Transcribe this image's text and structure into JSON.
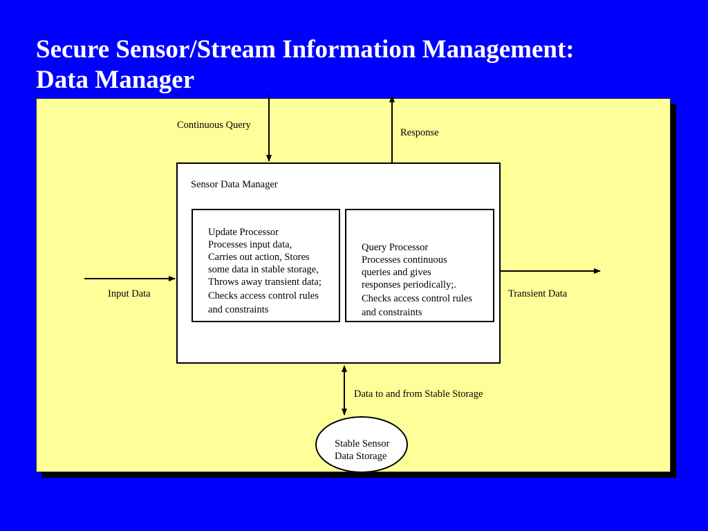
{
  "title": {
    "line1": "Secure Sensor/Stream Information Management:",
    "line2": "Data Manager"
  },
  "labels": {
    "continuous_query": "Continuous Query",
    "response": "Response",
    "input_data": "Input Data",
    "transient_data": "Transient Data",
    "stable_storage_link": "Data to and from Stable Storage"
  },
  "sensor_data_manager": {
    "label": "Sensor Data Manager",
    "update_processor": {
      "lines": [
        "Update Processor",
        "Processes input data,",
        "Carries out action, Stores",
        "some data in stable storage,",
        "Throws away transient data;",
        "Checks access control rules",
        "and constraints"
      ]
    },
    "query_processor": {
      "lines": [
        "Query Processor",
        "Processes continuous",
        "queries and gives",
        "responses periodically;.",
        "Checks access control rules",
        "and constraints"
      ]
    }
  },
  "storage": {
    "line1": "Stable Sensor",
    "line2": "Data Storage"
  },
  "colors": {
    "background": "#0000FF",
    "panel": "#FFFF99",
    "title": "#FFFFFF"
  }
}
